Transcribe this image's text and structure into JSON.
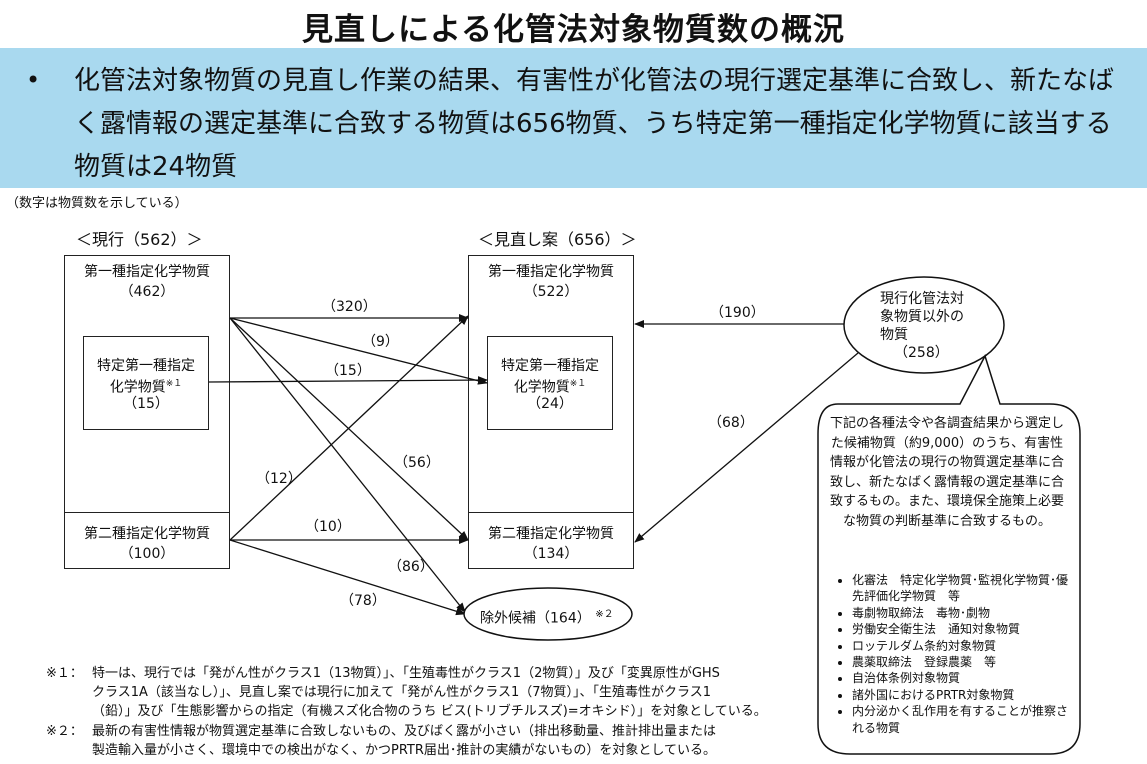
{
  "title": "見直しによる化管法対象物質数の概況",
  "bullet": {
    "marker": "•",
    "text": "化管法対象物質の見直し作業の結果、有害性が化管法の現行選定基準に合致し、新たなばく露情報の選定基準に合致する物質は656物質、うち特定第一種指定化学物質に該当する物質は24物質"
  },
  "note_top": "（数字は物質数を示している）",
  "current": {
    "header": "＜現行（562）＞",
    "class1_name": "第一種指定化学物質",
    "class1_count": "（462）",
    "special_line1": "特定第一種指定",
    "special_line2": "化学物質",
    "special_mark": "※１",
    "special_count": "（15）",
    "class2_name": "第二種指定化学物質",
    "class2_count": "（100）"
  },
  "proposed": {
    "header": "＜見直し案（656）＞",
    "class1_name": "第一種指定化学物質",
    "class1_count": "（522）",
    "special_line1": "特定第一種指定",
    "special_line2": "化学物質",
    "special_mark": "※１",
    "special_count": "（24）",
    "class2_name": "第二種指定化学物質",
    "class2_count": "（134）"
  },
  "other": {
    "line1": "現行化管法対",
    "line2": "象物質以外の",
    "line3": "物質",
    "count": "（258）"
  },
  "excluded": {
    "label": "除外候補（164）",
    "mark": "※２"
  },
  "flows": {
    "f320": "（320）",
    "f9": "（9）",
    "f15": "（15）",
    "f56": "（56）",
    "f12": "（12）",
    "f10": "（10）",
    "f86": "（86）",
    "f78": "（78）",
    "f190": "（190）",
    "f68": "（68）"
  },
  "callout": {
    "text": "下記の各種法令や各調査結果から選定した候補物質（約9,000）のうち、有害性情報が化管法の現行の物質選定基準に合致し、新たなばく露情報の選定基準に合致するもの。また、環境保全施策上必要な物質の判断基準に合致するもの。",
    "items": [
      "化審法　特定化学物質･監視化学物質･優先評価化学物質　等",
      "毒劇物取締法　毒物･劇物",
      "労働安全衛生法　通知対象物質",
      "ロッテルダム条約対象物質",
      "農薬取締法　登録農薬　等",
      "自治体条例対象物質",
      "諸外国におけるPRTR対象物質",
      "内分泌かく乱作用を有することが推察される物質"
    ]
  },
  "footnotes": {
    "n1_mark": "※１：",
    "n1_l1": "特一は、現行では「発がん性がクラス1（13物質）」、「生殖毒性がクラス1（2物質）」及び「変異原性がGHS",
    "n1_l2": "クラス1A（該当なし）」、見直し案では現行に加えて「発がん性がクラス1（7物質）」、「生殖毒性がクラス1",
    "n1_l3": "（鉛）」及び「生態影響からの指定（有機スズ化合物のうち ビス(トリブチルスズ)=オキシド）」を対象としている。",
    "n2_mark": "※２：",
    "n2_l1": "最新の有害性情報が物質選定基準に合致しないもの、及びばく露が小さい（排出移動量、推計排出量または",
    "n2_l2": "製造輸入量が小さく、環境中での検出がなく、かつPRTR届出･推計の実績がないもの）を対象としている。"
  }
}
